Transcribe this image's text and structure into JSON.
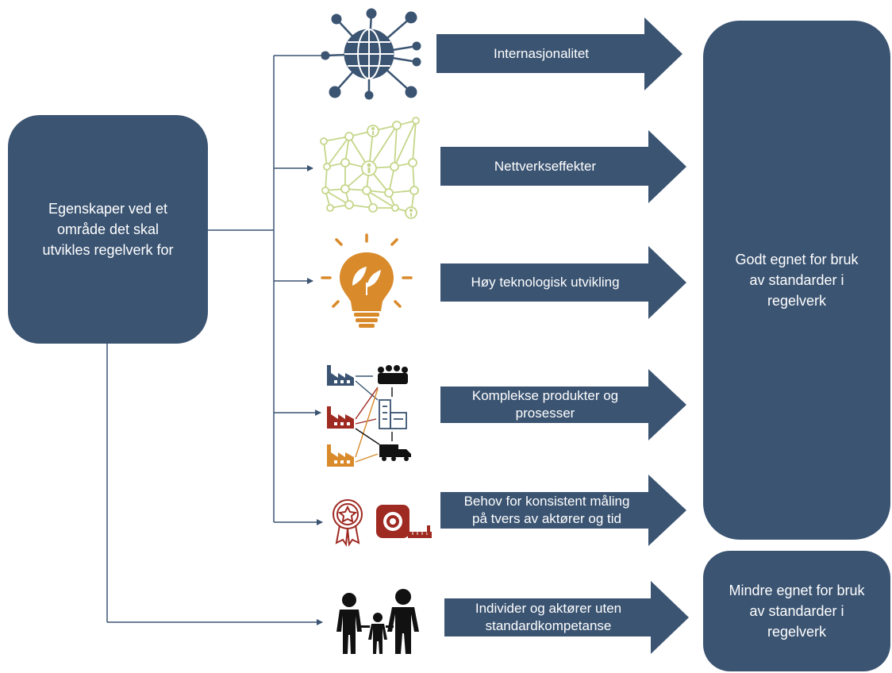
{
  "diagram": {
    "source_box": {
      "lines": [
        "Egenskaper ved et",
        "område det skal",
        "utvikles regelverk for"
      ]
    },
    "target_good": {
      "lines": [
        "Godt egnet for bruk",
        "av standarder i",
        "regelverk"
      ]
    },
    "target_less": {
      "lines": [
        "Mindre egnet for bruk",
        "av standarder i",
        "regelverk"
      ]
    },
    "arrows": [
      {
        "lines": [
          "Internasjonalitet"
        ],
        "icon": "globe-network-icon"
      },
      {
        "lines": [
          "Nettverkseffekter"
        ],
        "icon": "people-network-icon"
      },
      {
        "lines": [
          "Høy teknologisk utvikling"
        ],
        "icon": "lightbulb-leaf-icon"
      },
      {
        "lines": [
          "Komplekse produkter og",
          "prosesser"
        ],
        "icon": "factory-supply-chain-icon"
      },
      {
        "lines": [
          "Behov for konsistent måling",
          "på tvers av aktører og tid"
        ],
        "icon": "award-measuring-tape-icon"
      },
      {
        "lines": [
          "Individer og aktører uten",
          "standardkompetanse"
        ],
        "icon": "family-icon"
      }
    ],
    "colors": {
      "navy": "#3b5472",
      "green": "#c5d68a",
      "orange": "#d98a2b",
      "red": "#9e2a22",
      "black": "#111111"
    }
  }
}
